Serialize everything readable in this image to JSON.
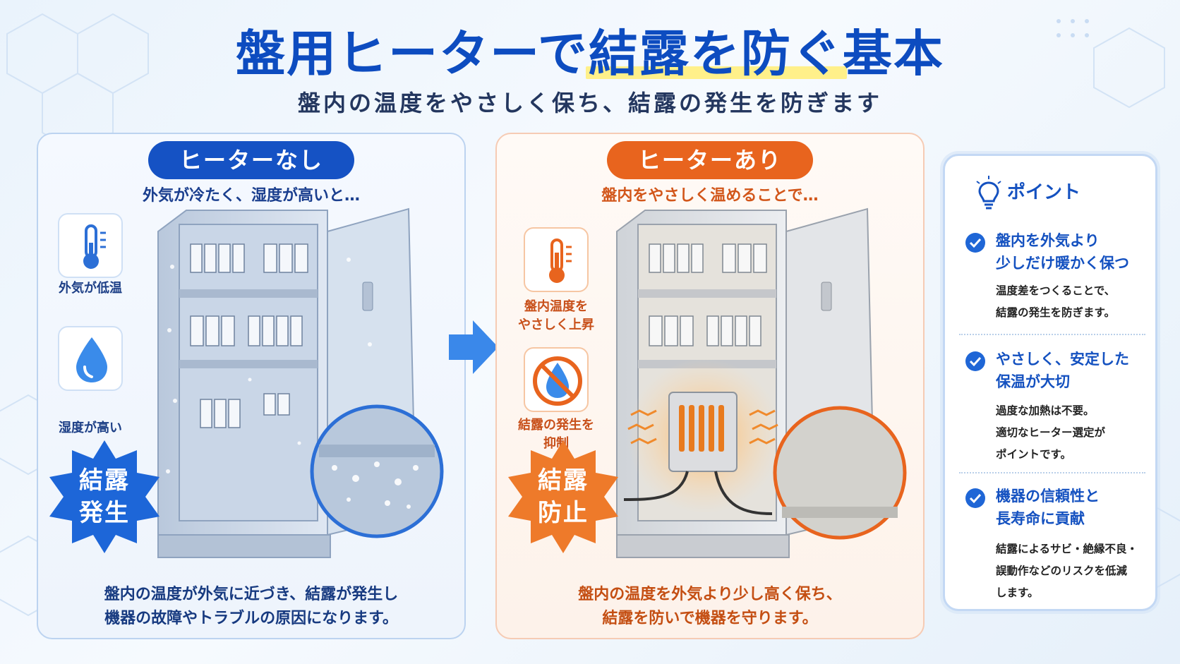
{
  "header": {
    "title_part1": "盤用ヒーターで",
    "title_highlight": "結露を防ぐ",
    "title_part3": "基本",
    "subtitle": "盤内の温度をやさしく保ち、結露の発生を防ぎます"
  },
  "without_heater": {
    "label": "ヒーターなし",
    "lead": "外気が冷たく、湿度が高いと…",
    "indicators": [
      {
        "icon": "thermometer-icon",
        "label": "外気が低温"
      },
      {
        "icon": "water-drop-icon",
        "label": "湿度が高い"
      }
    ],
    "badge_line1": "結露",
    "badge_line2": "発生",
    "bottom_line1": "盤内の温度が外気に近づき、結露が発生し",
    "bottom_line2": "機器の故障やトラブルの原因になります。"
  },
  "with_heater": {
    "label": "ヒーターあり",
    "lead": "盤内をやさしく温めることで…",
    "indicators": [
      {
        "icon": "thermometer-icon",
        "label_line1": "盤内温度を",
        "label_line2": "やさしく上昇"
      },
      {
        "icon": "no-drop-icon",
        "label_line1": "結露の発生を",
        "label_line2": "抑制"
      }
    ],
    "badge_line1": "結露",
    "badge_line2": "防止",
    "bottom_line1": "盤内の温度を外気より少し高く保ち、",
    "bottom_line2": "結露を防いで機器を守ります。"
  },
  "points": {
    "title": "ポイント",
    "items": [
      {
        "heading_line1": "盤内を外気より",
        "heading_line2": "少しだけ暖かく保つ",
        "desc_line1": "温度差をつくることで、",
        "desc_line2": "結露の発生を防ぎます。",
        "desc_line3": ""
      },
      {
        "heading_line1": "やさしく、安定した",
        "heading_line2": "保温が大切",
        "desc_line1": "過度な加熱は不要。",
        "desc_line2": "適切なヒーター選定が",
        "desc_line3": "ポイントです。"
      },
      {
        "heading_line1": "機器の信頼性と",
        "heading_line2": "長寿命に貢献",
        "desc_line1": "結露によるサビ・絶縁不良・",
        "desc_line2": "誤動作などのリスクを低減",
        "desc_line3": "します。"
      }
    ]
  },
  "colors": {
    "primary_blue": "#1552c4",
    "accent_orange": "#e8641e",
    "highlight_yellow": "#fff08a"
  }
}
